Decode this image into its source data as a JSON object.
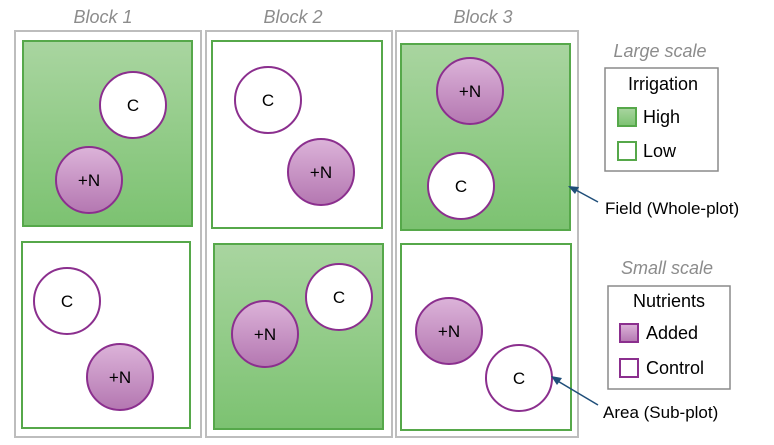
{
  "colors": {
    "irrigation_high_light": "#a9d5a0",
    "irrigation_high_dark": "#7cc271",
    "plot_border": "#56a84a",
    "block_border": "#bdbdbd",
    "nutrient_added_light": "#dcb3d9",
    "nutrient_added_dark": "#b477b1",
    "nutrient_border": "#8b2f8e",
    "callout_arrow": "#1f4e79",
    "muted_text": "#8c8c8c"
  },
  "blocks": [
    {
      "title": "Block 1",
      "fields": [
        {
          "irrigation": "high",
          "areas": [
            {
              "label": "C",
              "nutrients": "control"
            },
            {
              "label": "+N",
              "nutrients": "added"
            }
          ]
        },
        {
          "irrigation": "low",
          "areas": [
            {
              "label": "C",
              "nutrients": "control"
            },
            {
              "label": "+N",
              "nutrients": "added"
            }
          ]
        }
      ]
    },
    {
      "title": "Block 2",
      "fields": [
        {
          "irrigation": "low",
          "areas": [
            {
              "label": "C",
              "nutrients": "control"
            },
            {
              "label": "+N",
              "nutrients": "added"
            }
          ]
        },
        {
          "irrigation": "high",
          "areas": [
            {
              "label": "C",
              "nutrients": "control"
            },
            {
              "label": "+N",
              "nutrients": "added"
            }
          ]
        }
      ]
    },
    {
      "title": "Block 3",
      "fields": [
        {
          "irrigation": "high",
          "areas": [
            {
              "label": "+N",
              "nutrients": "added"
            },
            {
              "label": "C",
              "nutrients": "control"
            }
          ]
        },
        {
          "irrigation": "low",
          "areas": [
            {
              "label": "+N",
              "nutrients": "added"
            },
            {
              "label": "C",
              "nutrients": "control"
            }
          ]
        }
      ]
    }
  ],
  "legend": {
    "large_scale": {
      "scale_label": "Large scale",
      "title": "Irrigation",
      "items": [
        {
          "label": "High",
          "kind": "high"
        },
        {
          "label": "Low",
          "kind": "low"
        }
      ]
    },
    "small_scale": {
      "scale_label": "Small scale",
      "title": "Nutrients",
      "items": [
        {
          "label": "Added",
          "kind": "added"
        },
        {
          "label": "Control",
          "kind": "control"
        }
      ]
    }
  },
  "callouts": {
    "field": "Field (Whole-plot)",
    "area": "Area (Sub-plot)"
  }
}
